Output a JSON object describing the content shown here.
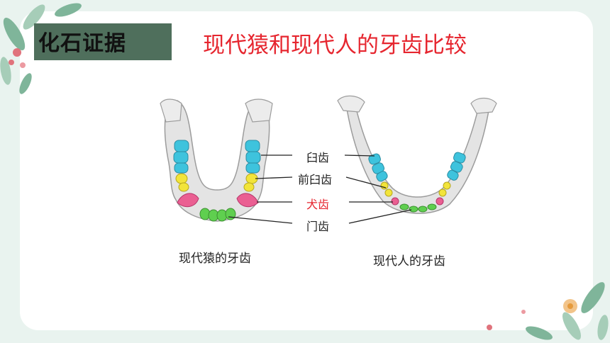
{
  "header": {
    "tag_label": "化石证据",
    "title": "现代猿和现代人的牙齿比较"
  },
  "diagram": {
    "labels": [
      "臼齿",
      "前臼齿",
      "犬齿",
      "门齿"
    ],
    "ape_caption": "现代猿的牙齿",
    "human_caption": "现代人的牙齿"
  },
  "colors": {
    "background": "#e9f3ef",
    "tag_bg": "#4f6f5c",
    "title": "#e6262f",
    "canine_label": "#e6262f",
    "molar": "#3ec3dd",
    "premolar": "#f2e43a",
    "canine": "#ea5f92",
    "incisor": "#5fcf4f",
    "bone": "#e4e4e4"
  }
}
